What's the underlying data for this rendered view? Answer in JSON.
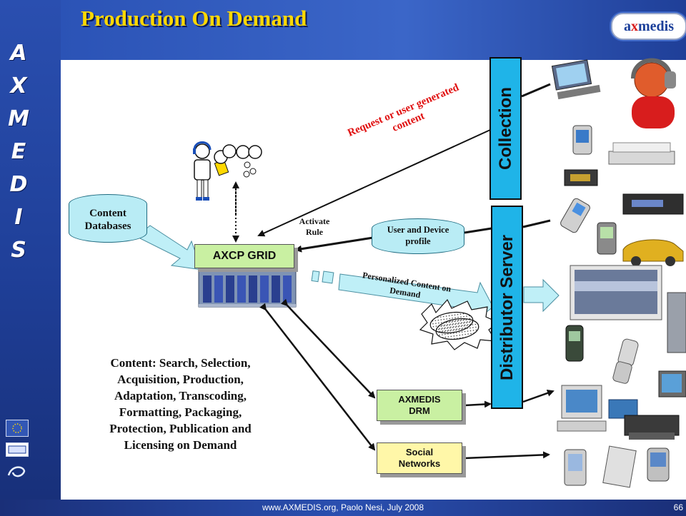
{
  "slide": {
    "title": "Production On Demand",
    "logo_text_left": "a",
    "logo_text_x": "x",
    "logo_text_right": "medis",
    "side_letters": [
      "A",
      "X",
      "M",
      "E",
      "D",
      "I",
      "S"
    ],
    "footer": "www.AXMEDIS.org, Paolo Nesi, July 2008",
    "slide_number": "66"
  },
  "diagram": {
    "collection": "Collection",
    "distributor_server": "Distributor Server",
    "content_databases": [
      "Content",
      "Databases"
    ],
    "user_device_profile": [
      "User and Device",
      "profile"
    ],
    "axcp_grid": "AXCP GRID",
    "axmedis_drm": [
      "AXMEDIS",
      "DRM"
    ],
    "social_networks": [
      "Social",
      "Networks"
    ],
    "activate_rule": [
      "Activate",
      "Rule"
    ],
    "request_label": [
      "Request or user generated",
      "content"
    ],
    "personalized_label": [
      "Personalized Content on",
      "Demand"
    ],
    "content_description": [
      "Content: Search, Selection,",
      "Acquisition, Production,",
      "Adaptation, Transcoding,",
      "Formatting, Packaging,",
      "Protection, Publication and",
      "Licensing on Demand"
    ]
  },
  "colors": {
    "title": "#ffd800",
    "header_blue": "#2b53b6",
    "bar_cyan": "#1fb4e8",
    "cylinder_fill": "#b9ecf5",
    "green_box": "#c9f0a2",
    "yellow_box": "#fff7a8",
    "request_red": "#e01010"
  }
}
